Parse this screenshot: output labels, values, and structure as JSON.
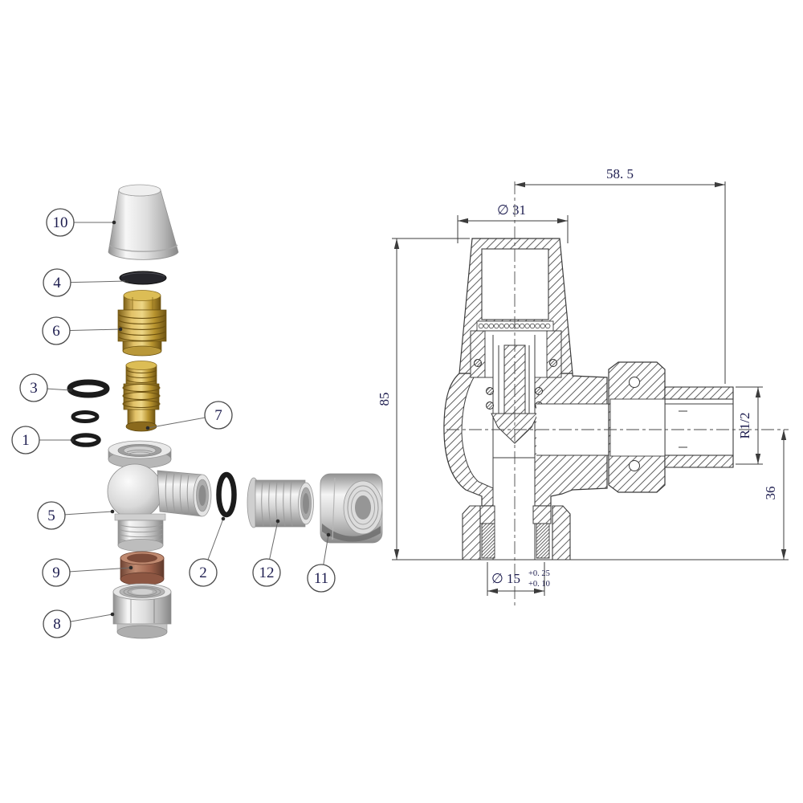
{
  "exploded_view": {
    "callouts": [
      {
        "label": "10"
      },
      {
        "label": "4"
      },
      {
        "label": "6"
      },
      {
        "label": "3"
      },
      {
        "label": "7"
      },
      {
        "label": "1"
      },
      {
        "label": "5"
      },
      {
        "label": "2"
      },
      {
        "label": "9"
      },
      {
        "label": "8"
      },
      {
        "label": "12"
      },
      {
        "label": "11"
      }
    ]
  },
  "drawing": {
    "dimensions": {
      "overall_width": "58. 5",
      "cap_diameter": "∅ 31",
      "overall_height": "85",
      "outlet_thread": "R1/2",
      "outlet_center_to_base": "36",
      "inlet_diameter": "∅ 15",
      "inlet_tolerance_upper": "+0. 25",
      "inlet_tolerance_lower": "+0. 10"
    }
  },
  "colors": {
    "line": "#3c3c3c",
    "text": "#1d1d4f",
    "brass": "#c9a53c",
    "copper": "#a2634c",
    "chrome": "#d8d8d8",
    "seal": "#1d1d1d"
  }
}
